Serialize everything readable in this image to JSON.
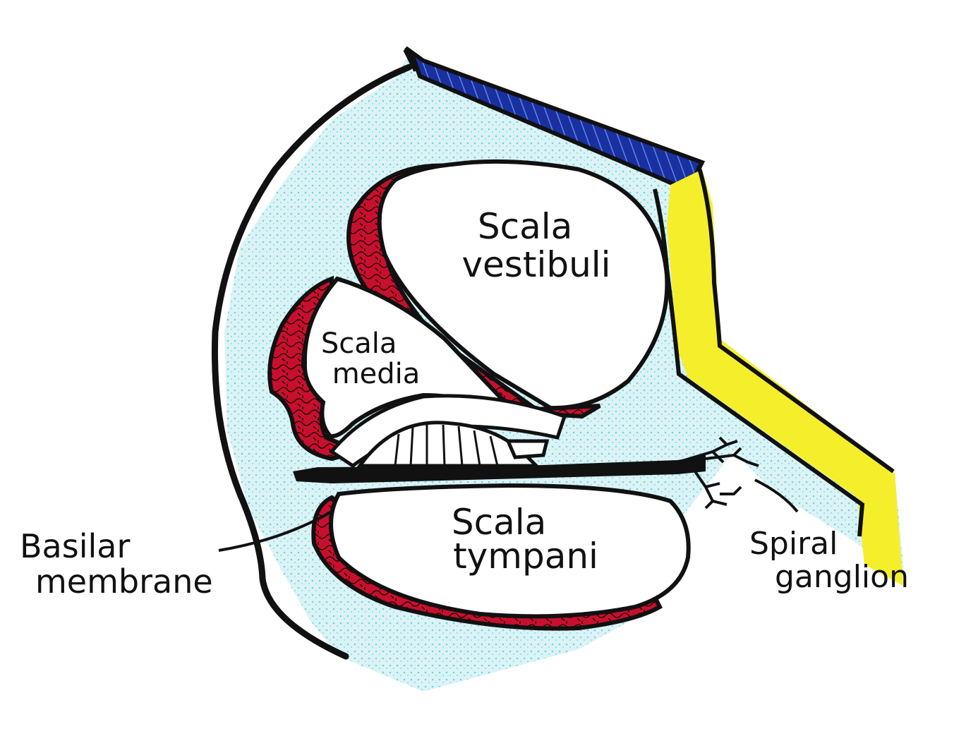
{
  "labels": {
    "scala_vestibuli": [
      "Scala",
      "vestibuli"
    ],
    "scala_media": [
      "Scala",
      "media"
    ],
    "scala_tympani": [
      "Scala",
      "tympani"
    ],
    "basilar_membrane": [
      "Basilar",
      "membrane"
    ],
    "spiral_ganglion": [
      "Spiral",
      "ganglion"
    ]
  },
  "colors": {
    "outline": "#111111",
    "bone_fill": "#d9f1f4",
    "bone_stipple": "#6fd3e0",
    "stria_red": "#c8102e",
    "stria_pink": "#e58aa0",
    "blue_band": "#1a2fa0",
    "yellow_band": "#f4ef2a",
    "chamber_fill": "#ffffff"
  }
}
